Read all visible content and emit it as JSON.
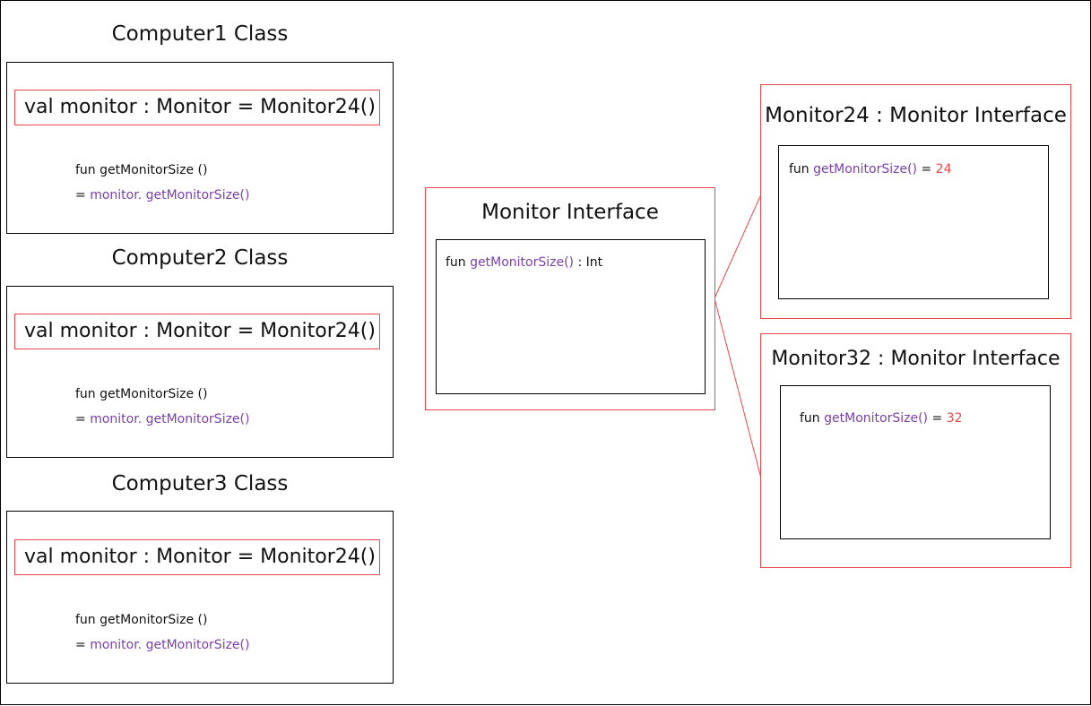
{
  "colors": {
    "border": "#000000",
    "highlight_border": "#e8474c",
    "method_color": "#7b3fa8",
    "value_color": "#e8474c"
  },
  "computers": [
    {
      "title": "Computer1 Class",
      "property": "val monitor : Monitor = Monitor24()",
      "fun_decl": "fun getMonitorSize ()",
      "assign": "=",
      "receiver": "monitor.",
      "call": "getMonitorSize()"
    },
    {
      "title": "Computer2 Class",
      "property": "val monitor : Monitor = Monitor24()",
      "fun_decl": "fun getMonitorSize ()",
      "assign": "=",
      "receiver": "monitor.",
      "call": "getMonitorSize()"
    },
    {
      "title": "Computer3 Class",
      "property": "val monitor : Monitor = Monitor24()",
      "fun_decl": "fun getMonitorSize ()",
      "assign": "=",
      "receiver": "monitor.",
      "call": "getMonitorSize()"
    }
  ],
  "monitor_interface": {
    "title": "Monitor Interface",
    "keyword": "fun",
    "method": "getMonitorSize()",
    "return_type": ": Int"
  },
  "implementations": [
    {
      "title": "Monitor24 : Monitor Interface",
      "keyword": "fun",
      "method": "getMonitorSize()",
      "equals": "=",
      "value": "24"
    },
    {
      "title": "Monitor32 : Monitor Interface",
      "keyword": "fun",
      "method": "getMonitorSize()",
      "equals": "=",
      "value": "32"
    }
  ]
}
